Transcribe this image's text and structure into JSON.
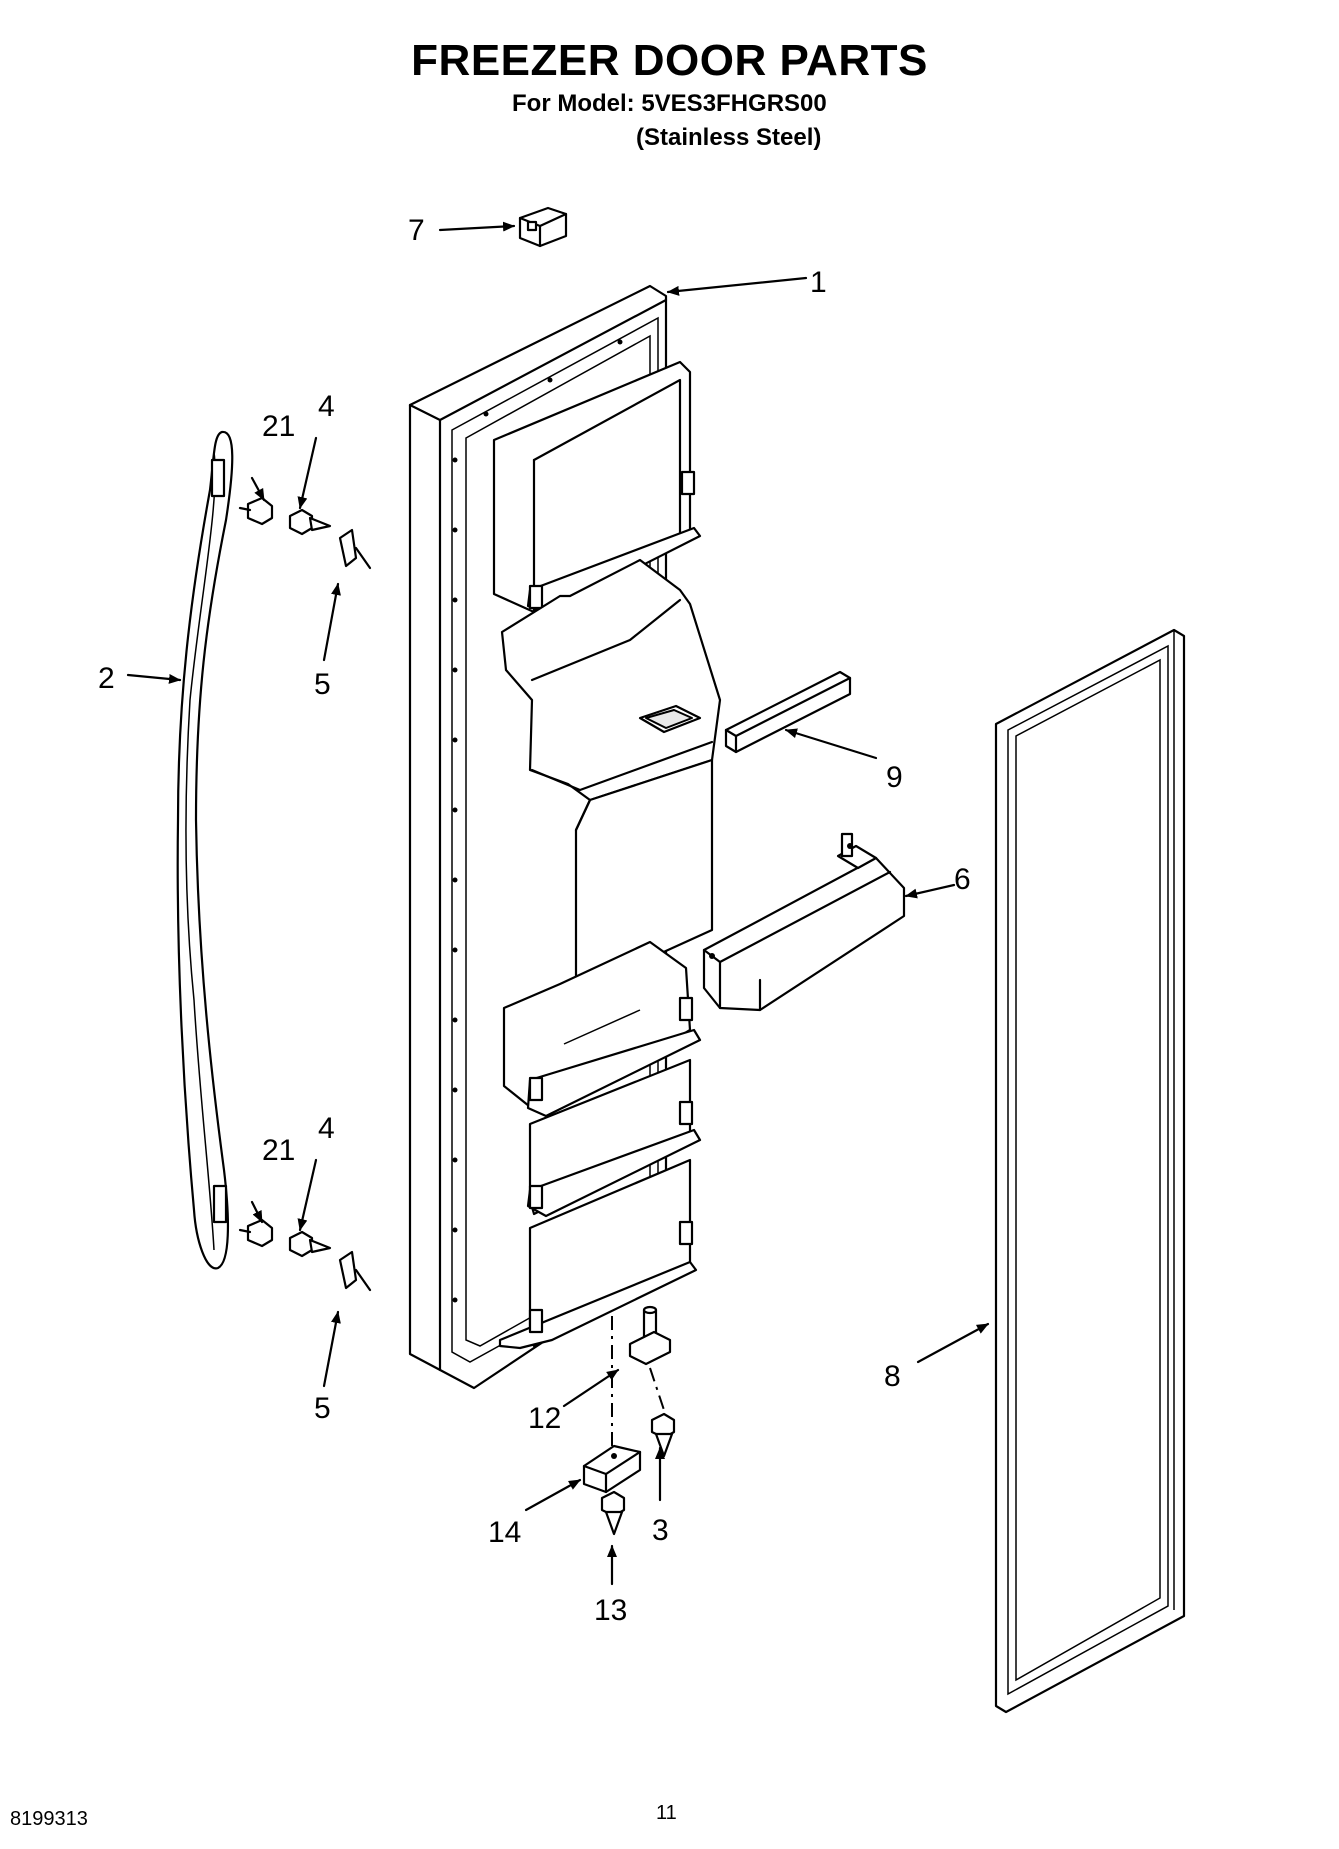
{
  "header": {
    "title": "FREEZER DOOR PARTS",
    "model_line": "For Model: 5VES3FHGRS00",
    "variant_line": "(Stainless Steel)"
  },
  "callouts": {
    "part_1": "1",
    "part_2": "2",
    "part_3": "3",
    "part_4_top": "4",
    "part_4_bottom": "4",
    "part_5_top": "5",
    "part_5_bottom": "5",
    "part_6": "6",
    "part_7": "7",
    "part_8": "8",
    "part_9": "9",
    "part_12": "12",
    "part_13": "13",
    "part_14": "14",
    "part_21_top": "21",
    "part_21_bottom": "21"
  },
  "footer": {
    "document_number": "8199313",
    "page_number": "11"
  }
}
